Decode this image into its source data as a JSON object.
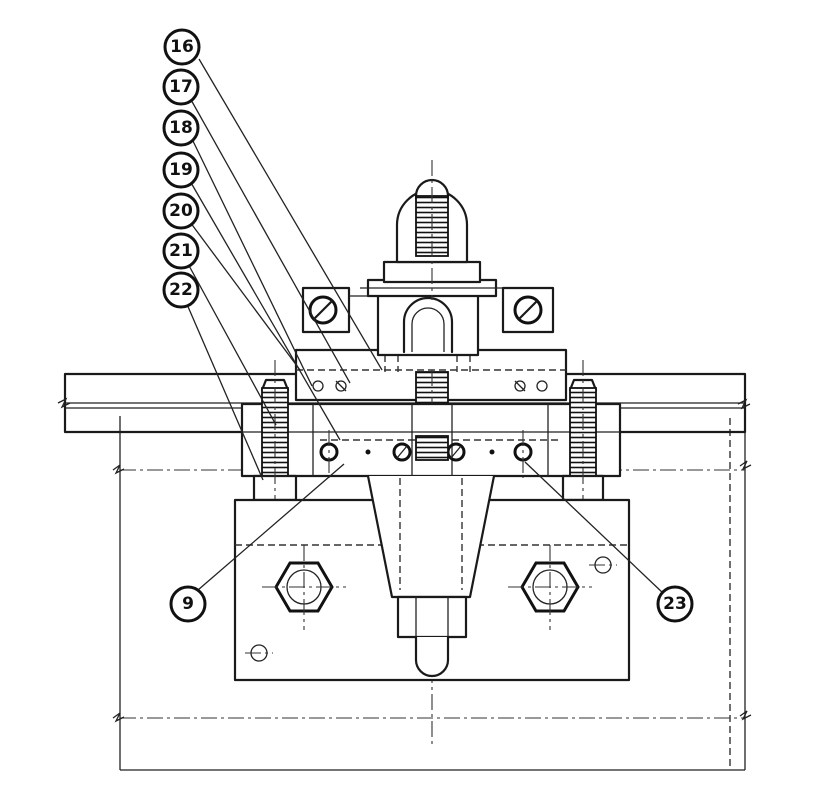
{
  "drawing": {
    "type": "engineering-assembly-drawing",
    "view": "front-elevation",
    "callouts": [
      {
        "id": "16",
        "label": "16"
      },
      {
        "id": "17",
        "label": "17"
      },
      {
        "id": "18",
        "label": "18"
      },
      {
        "id": "19",
        "label": "19"
      },
      {
        "id": "20",
        "label": "20"
      },
      {
        "id": "21",
        "label": "21"
      },
      {
        "id": "22",
        "label": "22"
      },
      {
        "id": "9",
        "label": "9"
      },
      {
        "id": "23",
        "label": "23"
      }
    ],
    "colors": {
      "ink": "#111111",
      "paper": "#ffffff"
    }
  }
}
